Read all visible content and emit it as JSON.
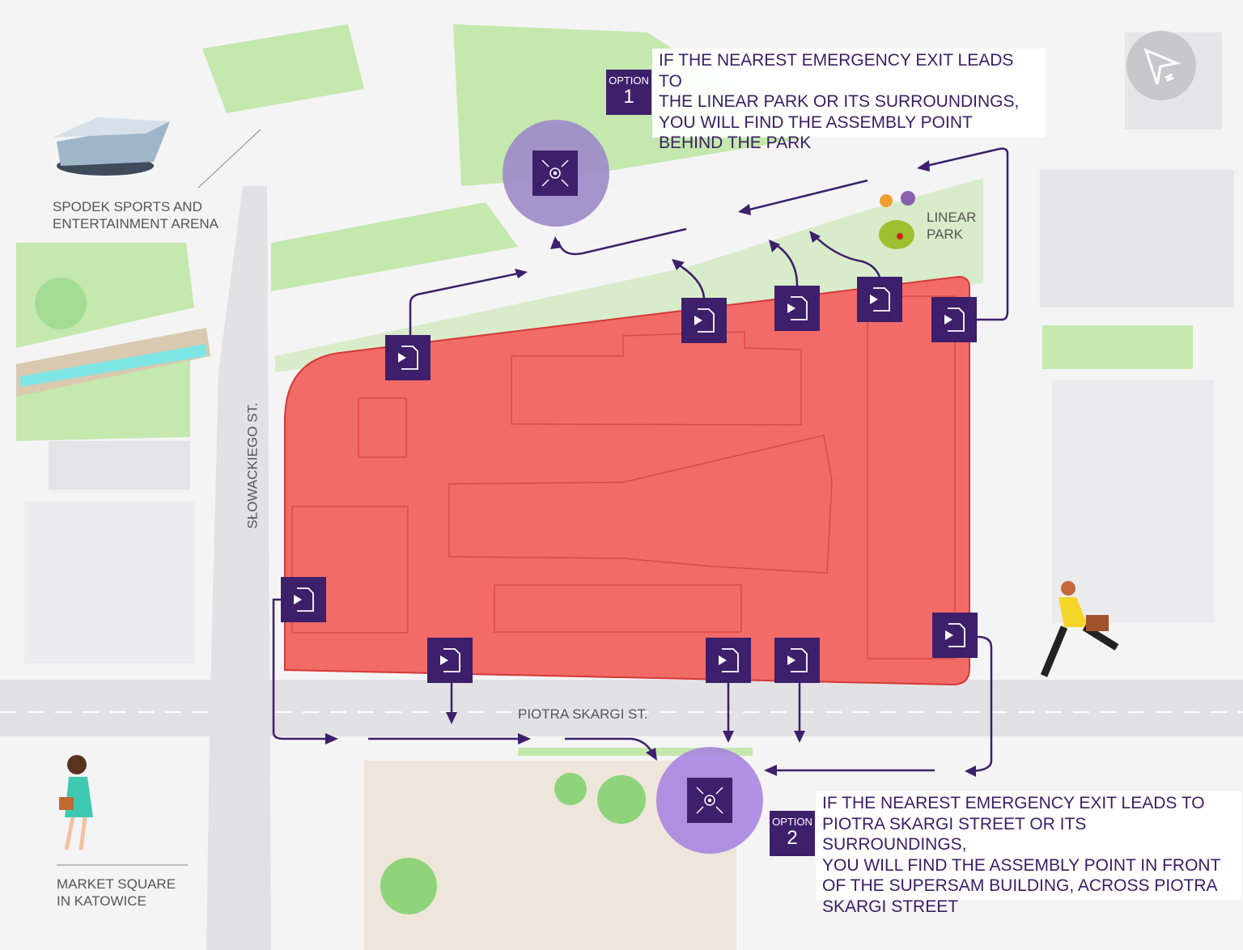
{
  "colors": {
    "accent": "#3d1f6b",
    "building": "#f26b67",
    "park": "#c5e8ae",
    "assembly": "#a184d6"
  },
  "labels": {
    "spodek": [
      "SPODEK SPORTS AND",
      "ENTERTAINMENT ARENA"
    ],
    "linear_park": [
      "LINEAR",
      "PARK"
    ],
    "slowackiego": "SŁOWACKIEGO ST.",
    "skargi": "PIOTRA SKARGI ST.",
    "market": [
      "MARKET SQUARE",
      "IN KATOWICE"
    ]
  },
  "option1": {
    "word": "OPTION",
    "number": "1",
    "text": [
      "IF THE NEAREST EMERGENCY EXIT LEADS TO",
      "THE LINEAR PARK OR ITS SURROUNDINGS,",
      "YOU WILL FIND THE ASSEMBLY POINT",
      "BEHIND THE PARK"
    ]
  },
  "option2": {
    "word": "OPTION",
    "number": "2",
    "text": [
      "IF THE NEAREST EMERGENCY EXIT LEADS TO",
      "PIOTRA SKARGI STREET OR ITS SURROUNDINGS,",
      "YOU WILL FIND THE ASSEMBLY POINT IN FRONT",
      "OF THE SUPERSAM BUILDING, ACROSS PIOTRA",
      "SKARGI STREET"
    ]
  },
  "icons": {
    "compass": "north-arrow-icon",
    "exit": "emergency-exit-icon",
    "assembly": "assembly-point-icon"
  }
}
